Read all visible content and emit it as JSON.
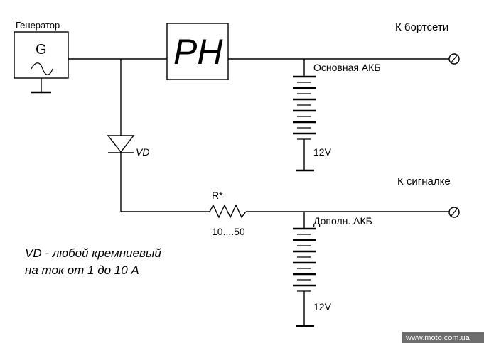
{
  "labels": {
    "generator": "Генератор",
    "generator_symbol": "G",
    "regulator": "PH",
    "onboard_network": "К бортсети",
    "main_battery": "Основная АКБ",
    "main_voltage": "12V",
    "diode": "VD",
    "signal": "К сигналке",
    "resistor": "R*",
    "resistor_value": "10....50",
    "aux_battery": "Дополн. АКБ",
    "aux_voltage": "12V",
    "note_line1": "VD - любой кремниевый",
    "note_line2": "на ток от 1 до 10 А",
    "watermark": "www.moto.com.ua"
  },
  "colors": {
    "ink": "#000000",
    "background": "#ffffff",
    "watermark_bg": "#6e6e6e",
    "watermark_text": "#ffffff"
  }
}
